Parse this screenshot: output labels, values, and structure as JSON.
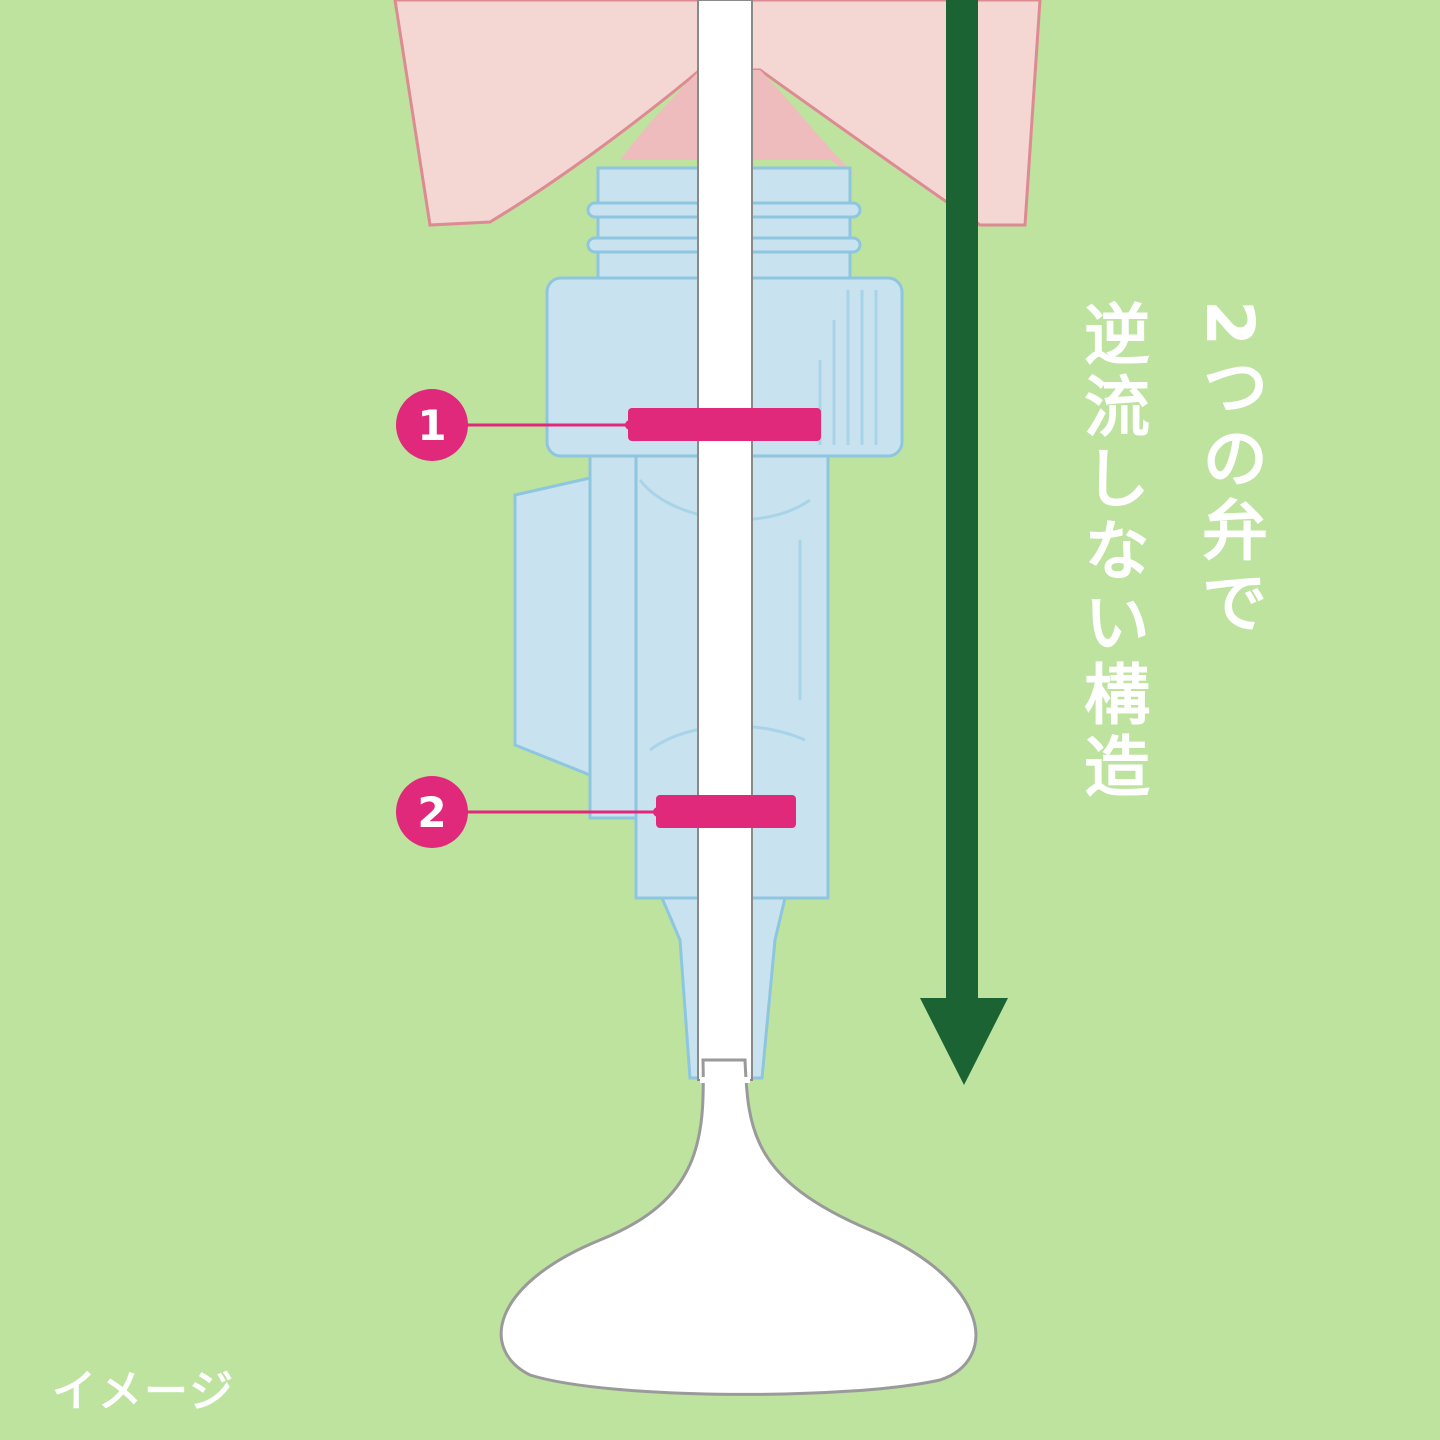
{
  "caption": {
    "line1": "2つの弁で",
    "line2": "逆流しない構造"
  },
  "image_label": "イメージ",
  "valves": [
    {
      "number": "1"
    },
    {
      "number": "2"
    }
  ],
  "colors": {
    "background": "#bde39f",
    "arrow": "#1b6332",
    "valve_marker": "#e0297a",
    "container": "#c9e2ef",
    "body_skin": "#f4d6d2"
  },
  "icons": {
    "arrow": "down-arrow-icon"
  }
}
